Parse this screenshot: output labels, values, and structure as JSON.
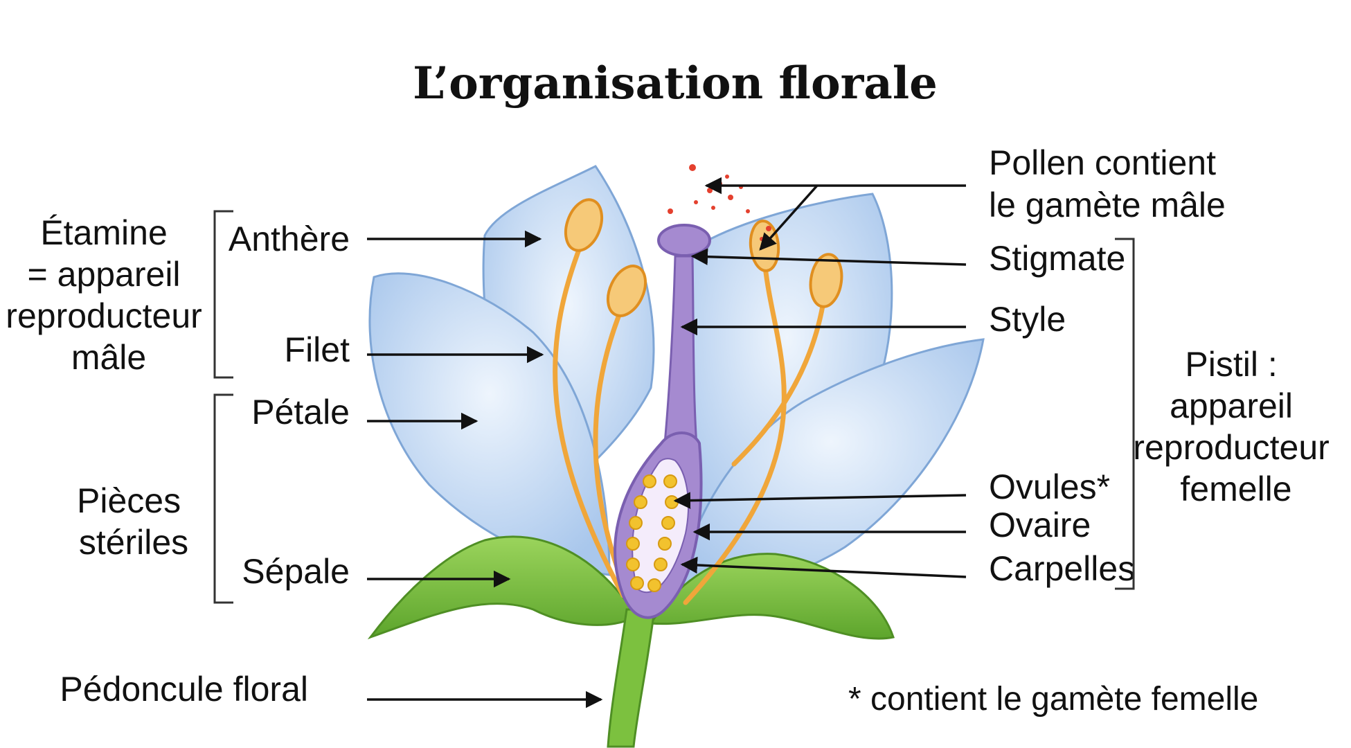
{
  "title": "L’organisation florale",
  "labels": {
    "anthere": "Anthère",
    "filet": "Filet",
    "petale": "Pétale",
    "sepale": "Sépale",
    "pedoncule": "Pédoncule floral",
    "pollen": [
      "Pollen contient",
      "le gamète mâle"
    ],
    "stigmate": "Stigmate",
    "style": "Style",
    "ovules": "Ovules*",
    "ovaire": "Ovaire",
    "carpelles": "Carpelles"
  },
  "groups": {
    "etamine": [
      "Étamine",
      "= appareil",
      "reproducteur",
      "mâle"
    ],
    "pieces_steriles": [
      "Pièces",
      "stériles"
    ],
    "pistil": [
      "Pistil :",
      "appareil",
      "reproducteur",
      "femelle"
    ]
  },
  "footnote": "* contient le gamète femelle",
  "colors": {
    "petal_light": "#dce9f8",
    "petal_mid": "#aecbee",
    "petal_stroke": "#7fa6d6",
    "stamen": "#f0a63a",
    "anther_fill": "#f6c978",
    "pistil": "#a58ad0",
    "pistil_stroke": "#7a5fb0",
    "ovule": "#f2c22e",
    "sepal": "#7cc13f",
    "sepal_stroke": "#4f8f24",
    "pollen": "#e4402e"
  }
}
